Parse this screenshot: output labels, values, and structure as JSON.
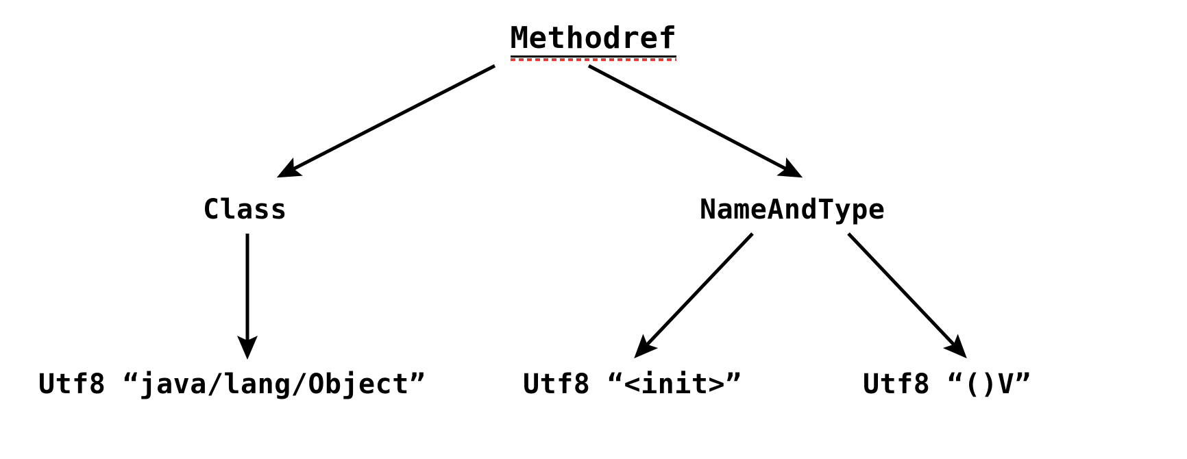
{
  "diagram": {
    "title": "Methodref constant pool reference tree",
    "background_color": "#ffffff",
    "text_color": "#000000",
    "edge_color": "#000000",
    "spellcheck_underline_color": "#e8342a",
    "nodes": {
      "root": {
        "label": "Methodref",
        "underlined": "true",
        "spellcheck_marked": "true"
      },
      "class": {
        "label": "Class"
      },
      "name_and_type": {
        "label": "NameAndType"
      },
      "utf8_object": {
        "label": "Utf8 “java/lang/Object”"
      },
      "utf8_init": {
        "label": "Utf8 “<init>”"
      },
      "utf8_descriptor": {
        "label": "Utf8 “()V”"
      }
    },
    "edges": [
      {
        "from": "Methodref",
        "to": "Class"
      },
      {
        "from": "Methodref",
        "to": "NameAndType"
      },
      {
        "from": "Class",
        "to": "Utf8 “java/lang/Object”"
      },
      {
        "from": "NameAndType",
        "to": "Utf8 “<init>”"
      },
      {
        "from": "NameAndType",
        "to": "Utf8 “()V”"
      }
    ]
  }
}
